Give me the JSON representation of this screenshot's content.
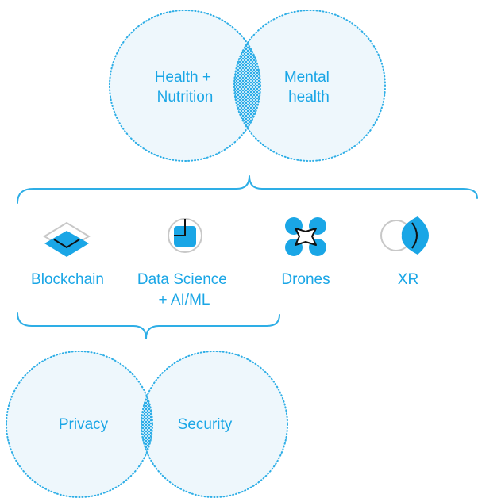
{
  "colors": {
    "accent": "#1aa6e6",
    "circle_fill": "#eef7fc",
    "outline": "#2eaee6",
    "neutral": "#c8c8c8",
    "dark": "#111111"
  },
  "top_venn": {
    "left_label": [
      "Health +",
      "Nutrition"
    ],
    "right_label": [
      "Mental",
      "health"
    ]
  },
  "technologies": [
    {
      "id": "blockchain",
      "icon": "stacked-layers-icon",
      "label": [
        "Blockchain"
      ]
    },
    {
      "id": "data-science",
      "icon": "pie-chart-icon",
      "label": [
        "Data Science",
        "+ AI/ML"
      ]
    },
    {
      "id": "drones",
      "icon": "quadcopter-icon",
      "label": [
        "Drones"
      ]
    },
    {
      "id": "xr",
      "icon": "headset-lens-icon",
      "label": [
        "XR"
      ]
    }
  ],
  "bottom_venn": {
    "left_label": [
      "Privacy"
    ],
    "right_label": [
      "Security"
    ]
  }
}
